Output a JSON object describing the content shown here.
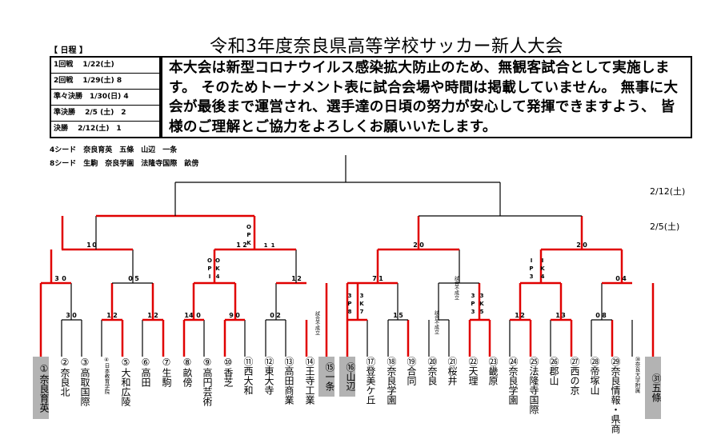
{
  "title": "令和3年度奈良県高等学校サッカー新人大会",
  "schedule": {
    "label": "【 日程 】",
    "rows": [
      "1回戦　 1/22(土)",
      "2回戦　 1/29(土) 8",
      "準々決勝　1/30(日) 4",
      "準決勝　 2/5 (土)　2",
      "決勝　 2/12(土)　1"
    ]
  },
  "notice": "本大会は新型コロナウイルス感染拡大防止のため、無観客試合として実施します。 そのためトーナメント表に試合会場や時間は掲載していません。 無事に大会が最後まで運営され、選手達の日頃の努力が安心して発揮できますよう、 皆様のご理解とご協力をよろしくお願いいたします。",
  "seeds": {
    "four": "4シード　奈良育英　五條　山辺　一条",
    "eight": "8シード　生駒　奈良学園　法隆寺国際　畝傍"
  },
  "dates": {
    "final": "2/12(土)",
    "semi": "2/5(土)"
  },
  "teams": [
    "①奈良育英",
    "②奈良北",
    "③高取国際",
    "④日本教育学院",
    "⑤大和広陵",
    "⑥高田",
    "⑦生駒",
    "⑧畝傍",
    "⑨高円芸術",
    "⑩香芝",
    "⑪西大和",
    "⑫東大寺",
    "⑬高田商業",
    "⑭王寺工業",
    "⑮一条",
    "⑯山辺",
    "⑰登美ケ丘",
    "⑱奈良学園",
    "⑲合同",
    "⑳奈良",
    "㉑桜井",
    "㉒天理",
    "㉓畿原",
    "㉔奈良学園",
    "㉕法隆寺国際",
    "㉖郡山",
    "㉗西の京",
    "㉘帝塚山",
    "㉙奈良情報・県商",
    "㉚奈良大学附属",
    "㉛五條"
  ],
  "scores": {
    "r1": [
      "3",
      "0",
      "1",
      "2",
      "1",
      "2",
      "14",
      "0",
      "9",
      "0",
      "0",
      "2"
    ],
    "r2_left": [
      "3",
      "0",
      "0",
      "5"
    ],
    "qf_left": [
      "1",
      "0",
      "1",
      "2",
      "1",
      "2"
    ],
    "right": [
      "7",
      "1",
      "1",
      "5",
      "1",
      "2",
      "1",
      "3",
      "0",
      "8",
      "0",
      "4",
      "2",
      "0",
      "2",
      "0"
    ],
    "pk": [
      "O",
      "P",
      "K",
      "1",
      "1",
      "O",
      "P",
      "I",
      "O",
      "K",
      "4",
      "3",
      "P",
      "8",
      "3",
      "K",
      "7",
      "3",
      "P",
      "3",
      "3",
      "K",
      "5",
      "I",
      "P",
      "3",
      "I",
      "K",
      "4"
    ],
    "forfeit": [
      "試合不成立",
      "試合不成立",
      "試合不成立"
    ]
  }
}
